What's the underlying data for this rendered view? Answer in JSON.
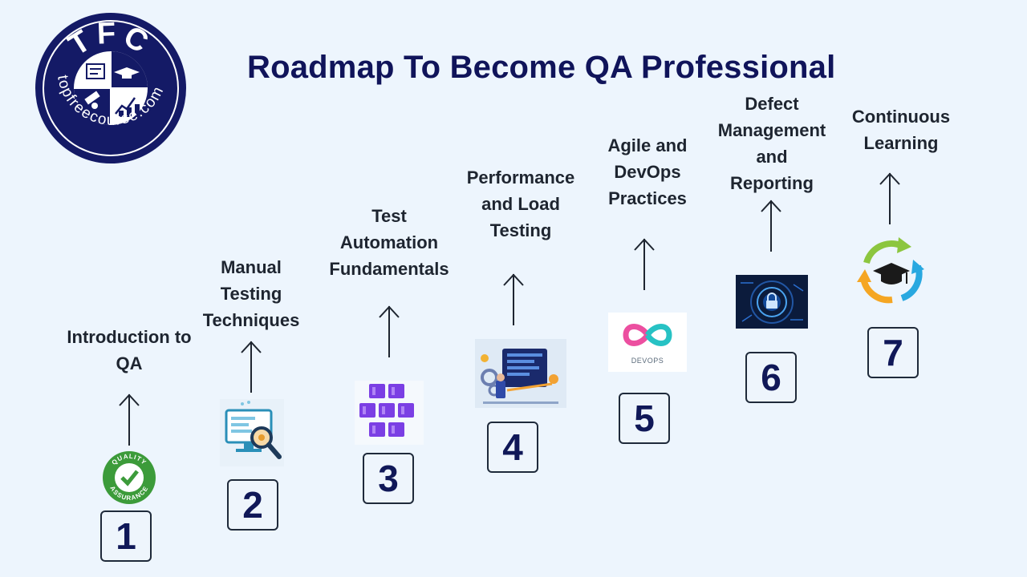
{
  "title": "Roadmap To Become QA Professional",
  "logo": {
    "letters": "TFC",
    "site": "topfreecourse.com",
    "colors": {
      "navy": "#141a66",
      "white": "#ffffff"
    }
  },
  "steps": [
    {
      "number": "1",
      "lines": [
        "Introduction to",
        "QA"
      ],
      "icon": "quality-assurance-badge-icon",
      "badge_top": "QUALITY",
      "badge_bottom": "ASSURANCE"
    },
    {
      "number": "2",
      "lines": [
        "Manual",
        "Testing",
        "Techniques"
      ],
      "icon": "monitor-magnifier-icon"
    },
    {
      "number": "3",
      "lines": [
        "Test",
        "Automation",
        "Fundamentals"
      ],
      "icon": "azure-container-cubes-icon"
    },
    {
      "number": "4",
      "lines": [
        "Performance",
        "and Load",
        "Testing"
      ],
      "icon": "developer-screen-gears-icon"
    },
    {
      "number": "5",
      "lines": [
        "Agile and",
        "DevOps",
        "Practices"
      ],
      "icon": "devops-infinity-icon",
      "icon_text": "DEVOPS"
    },
    {
      "number": "6",
      "lines": [
        "Defect",
        "Management",
        "and",
        "Reporting"
      ],
      "icon": "cyber-lock-icon"
    },
    {
      "number": "7",
      "lines": [
        "Continuous",
        "Learning"
      ],
      "icon": "graduation-cycle-icon"
    }
  ],
  "colors": {
    "background": "#edf5fd",
    "title": "#10145a",
    "label": "#1e2530",
    "number": "#101858",
    "purple": "#7b3fe4",
    "green": "#3c9b3a"
  }
}
